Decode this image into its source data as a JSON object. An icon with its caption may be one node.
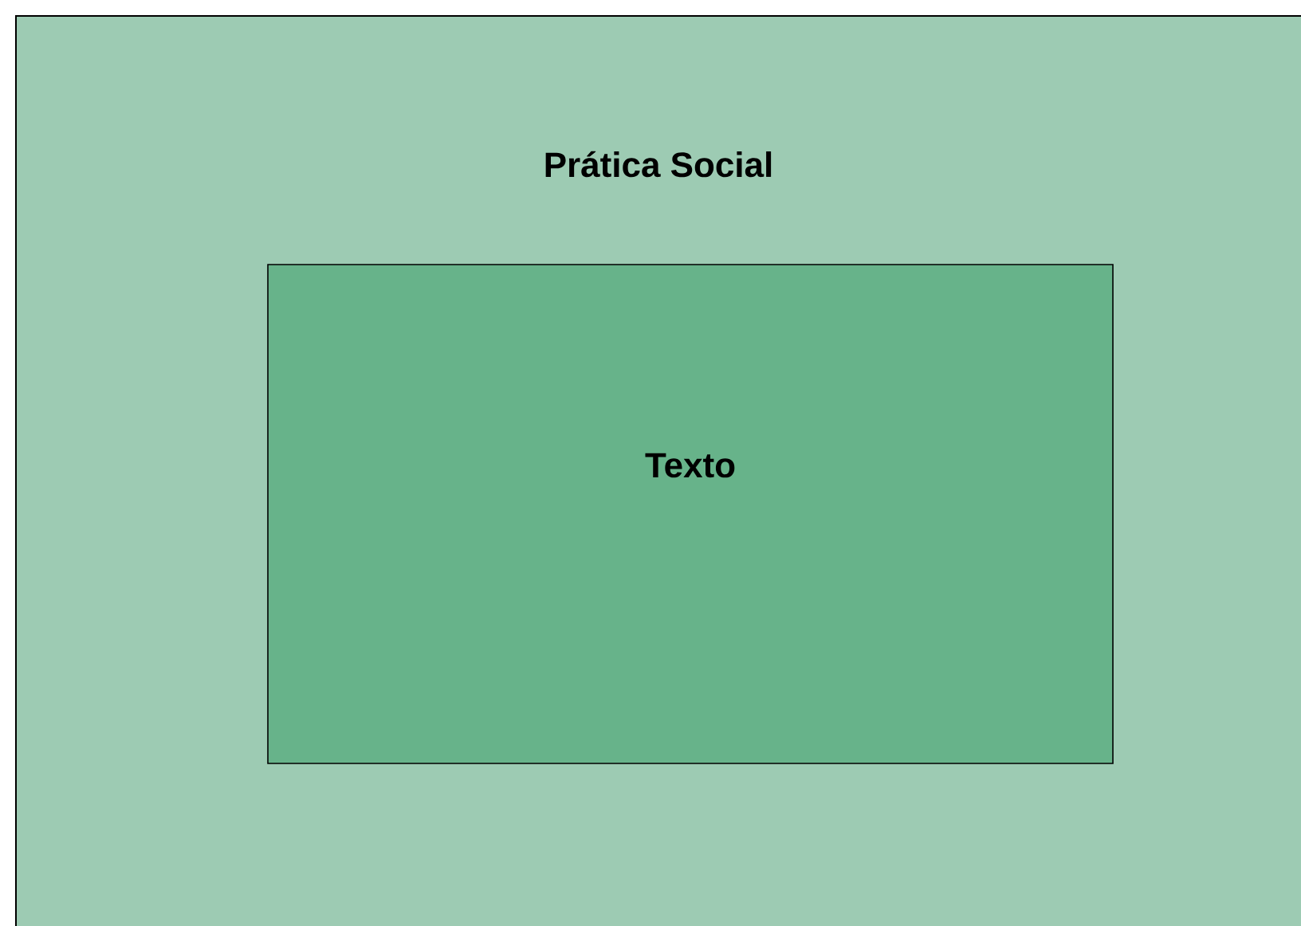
{
  "diagram": {
    "nodes": [
      {
        "text": [
          "Prática Social"
        ]
      },
      {
        "text": [
          "Texto"
        ],
        "in": 0
      }
    ]
  }
}
